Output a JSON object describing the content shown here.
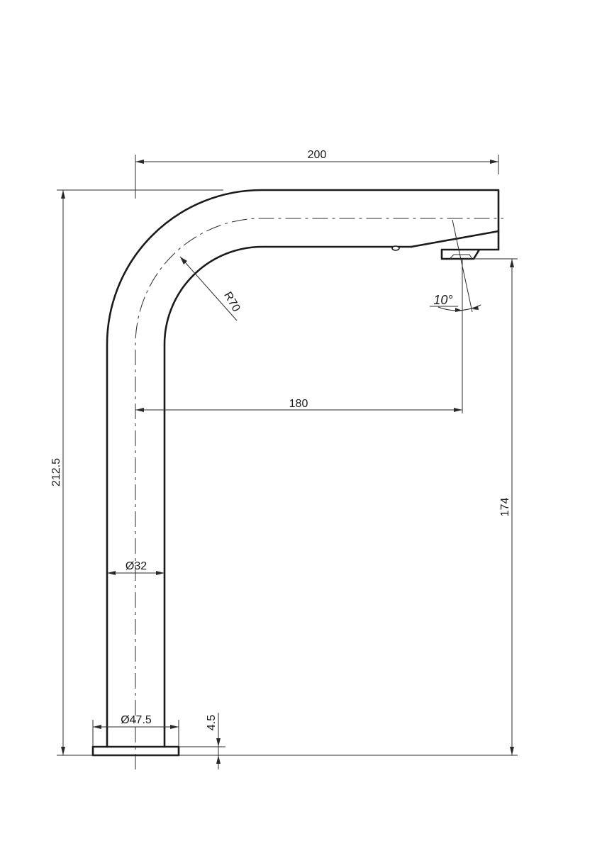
{
  "dimensions": {
    "overall_reach": "200",
    "spout_reach": "180",
    "overall_height": "212.5",
    "outlet_height": "174",
    "bend_radius": "R70",
    "tube_diameter": "Ø32",
    "base_diameter": "Ø47.5",
    "base_thickness": "4.5",
    "outlet_angle": "10°"
  }
}
